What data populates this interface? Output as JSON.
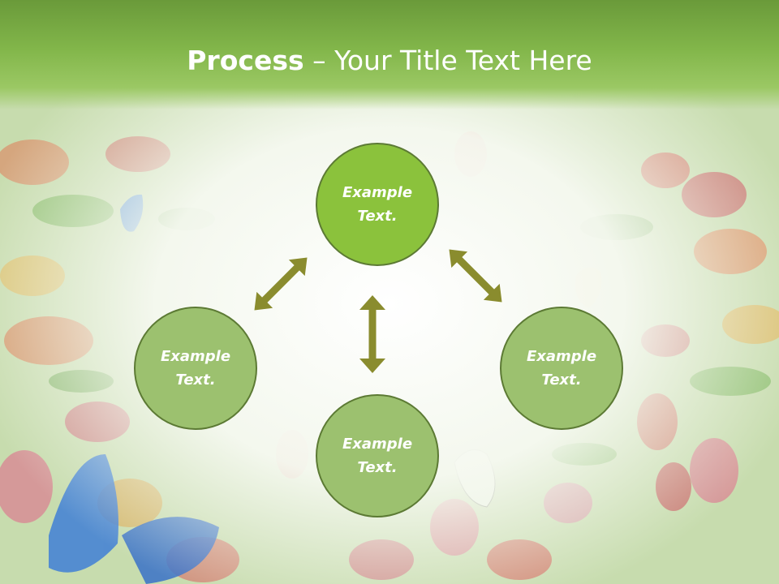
{
  "title": {
    "bold": "Process",
    "rest": " – Your Title Text Here"
  },
  "nodes": {
    "top": "Example Text.",
    "left": "Example Text.",
    "right": "Example Text.",
    "bottom": "Example Text."
  },
  "colors": {
    "header": "#82b64a",
    "node_top": "#8bc23c",
    "node": "#9cc16f",
    "node_border": "#5c7a34",
    "arrow": "#8a8c2e"
  }
}
